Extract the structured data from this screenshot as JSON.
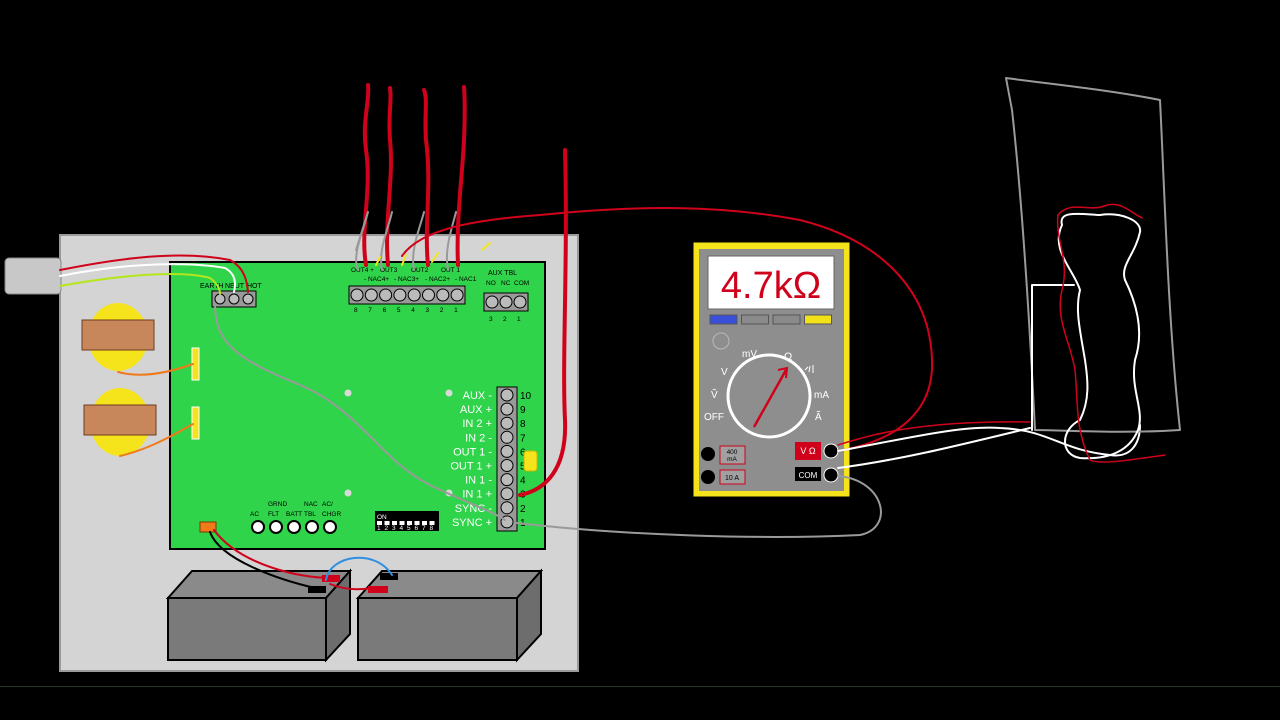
{
  "panel": {
    "top_terminal_labels": [
      "OUT4 +",
      "- NAC4+",
      "OUT3",
      "- NAC3+",
      "OUT2",
      "- NAC2+",
      "OUT 1",
      "- NAC1"
    ],
    "top_terminal_numbers": [
      "8",
      "7",
      "6",
      "5",
      "4",
      "3",
      "2",
      "1"
    ],
    "aux_tbl": {
      "title": "AUX TBL",
      "labels": [
        "NO",
        "NC",
        "COM"
      ],
      "numbers": [
        "3",
        "2",
        "1"
      ]
    },
    "power_block": [
      "EARTH",
      "NEUT",
      "HOT"
    ],
    "right_terminals": [
      {
        "label": "AUX -",
        "num": "10"
      },
      {
        "label": "AUX +",
        "num": "9"
      },
      {
        "label": "IN 2 +",
        "num": "8"
      },
      {
        "label": "IN 2 -",
        "num": "7"
      },
      {
        "label": "OUT 1 -",
        "num": "6"
      },
      {
        "label": "OUT 1 +",
        "num": "5"
      },
      {
        "label": "IN 1 -",
        "num": "4"
      },
      {
        "label": "IN 1 +",
        "num": "3"
      },
      {
        "label": "SYNC -",
        "num": "2"
      },
      {
        "label": "SYNC +",
        "num": "1"
      }
    ],
    "leds": [
      {
        "top": "",
        "bottom": "AC"
      },
      {
        "top": "GRND",
        "bottom": "FLT"
      },
      {
        "top": "",
        "bottom": "BATT"
      },
      {
        "top": "NAC",
        "bottom": "TBL"
      },
      {
        "top": "AC/",
        "bottom": "CHGR"
      }
    ],
    "dip": {
      "on_label": "ON",
      "numbers": [
        "1",
        "2",
        "3",
        "4",
        "5",
        "6",
        "7",
        "8"
      ]
    }
  },
  "multimeter": {
    "reading": "4.7kΩ",
    "dial_labels": {
      "mv": "mV",
      "ohm": "Ω",
      "vdc": "V",
      "vac": "Ṽ",
      "off": "OFF",
      "ma": "mA",
      "a": "Ã"
    },
    "fuse_400": "400\nmA",
    "fuse_400_top": "400",
    "fuse_400_bottom": "mA",
    "fuse_10": "10 A",
    "jack_vohm": "V Ω",
    "jack_com": "COM",
    "button_colors": [
      "#3a4fd8",
      "#8a8a8a",
      "#8a8a8a",
      "#f2e21a"
    ]
  },
  "colors": {
    "board_green": "#2fd44a",
    "panel_gray": "#d4d4d4",
    "meter_yellow": "#f5e31c",
    "wire_red": "#d0021b"
  }
}
